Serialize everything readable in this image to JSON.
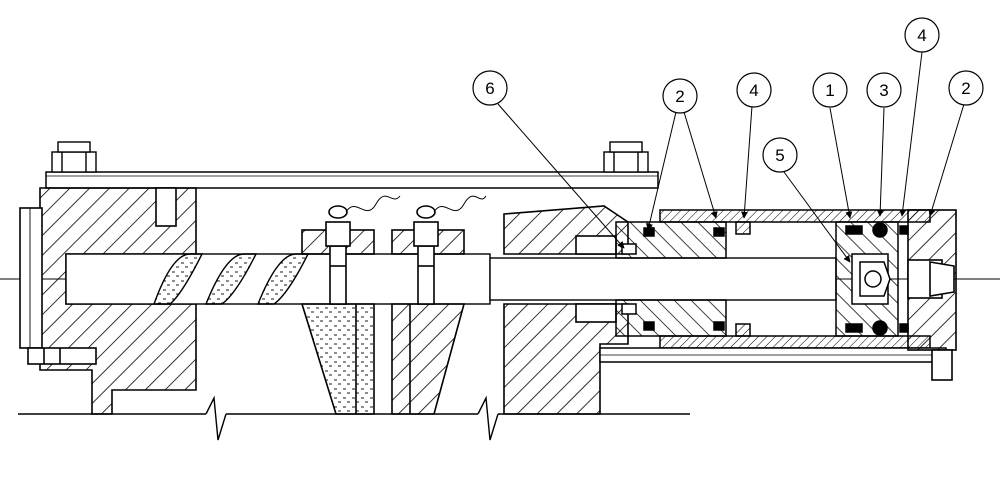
{
  "diagram": {
    "callouts": [
      {
        "label": "6"
      },
      {
        "label": "2"
      },
      {
        "label": "4"
      },
      {
        "label": "5"
      },
      {
        "label": "1"
      },
      {
        "label": "3"
      },
      {
        "label": "4"
      },
      {
        "label": "2"
      }
    ]
  }
}
